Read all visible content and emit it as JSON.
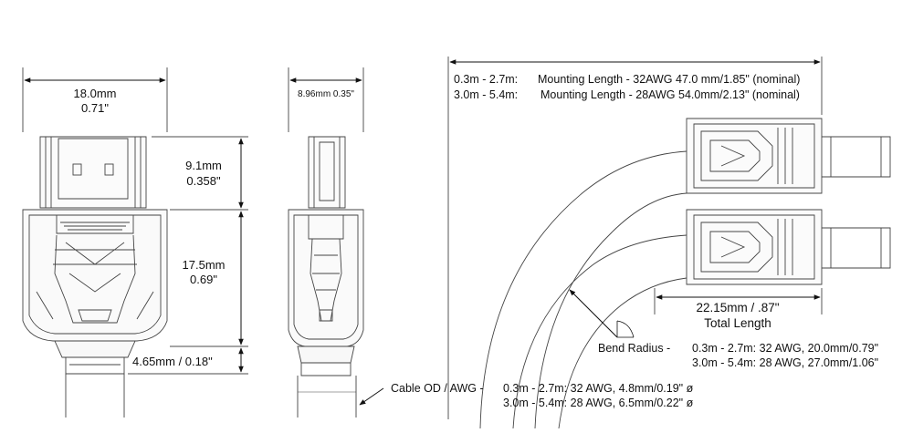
{
  "front_view": {
    "width_mm": "18.0mm",
    "width_in": "0.71\"",
    "plug_length_mm": "9.1mm",
    "plug_length_in": "0.358\"",
    "body_length_mm": "17.5mm",
    "body_length_in": "0.69\"",
    "boot_length": "4.65mm / 0.18\""
  },
  "side_view": {
    "thickness": "8.96mm 0.35\""
  },
  "mounting_length": {
    "row1_range": "0.3m - 2.7m:",
    "row1_text": "Mounting Length - 32AWG 47.0 mm/1.85\" (nominal)",
    "row2_range": "3.0m - 5.4m:",
    "row2_text": "Mounting Length - 28AWG 54.0mm/2.13\" (nominal)"
  },
  "total_length": {
    "value": "22.15mm / .87\"",
    "label": "Total Length"
  },
  "bend_radius": {
    "label": "Bend Radius -",
    "row1": "0.3m - 2.7m: 32 AWG, 20.0mm/0.79\"",
    "row2": "3.0m - 5.4m: 28 AWG, 27.0mm/1.06\""
  },
  "cable_od": {
    "label": "Cable OD / AWG -",
    "row1": "0.3m - 2.7m: 32 AWG, 4.8mm/0.19\" ø",
    "row2": "3.0m - 5.4m: 28 AWG, 6.5mm/0.22\" ø"
  }
}
